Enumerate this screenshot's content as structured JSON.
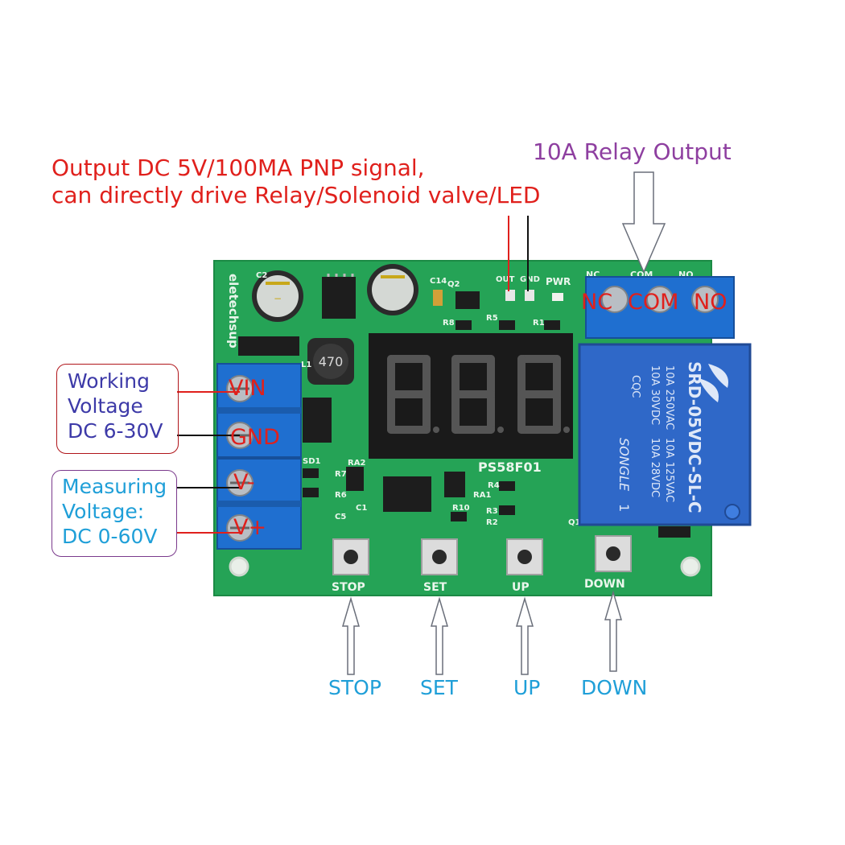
{
  "annotations": {
    "pnp_output_line1": "Output DC 5V/100MA PNP signal,",
    "pnp_output_line2": "can directly drive Relay/Solenoid valve/LED",
    "relay_output": "10A Relay Output",
    "working_voltage": [
      "Working",
      "Voltage",
      "DC 6-30V"
    ],
    "measuring_voltage": [
      "Measuring",
      "Voltage:",
      "DC 0-60V"
    ],
    "terminal_vin": "VIN",
    "terminal_gnd": "GND",
    "terminal_vminus": "V-",
    "terminal_vplus": "V+",
    "relay_nc": "NC",
    "relay_com": "COM",
    "relay_no": "NO",
    "button_stop": "STOP",
    "button_set": "SET",
    "button_up": "UP",
    "button_down": "DOWN"
  },
  "board": {
    "model": "PS58F01",
    "brand_vertical": "eletechsup",
    "silk_out": "OUT",
    "silk_gnd": "GND",
    "silk_pwr": "PWR",
    "silk_nc": "NC",
    "silk_com": "COM",
    "silk_no": "NO",
    "silk_stop": "STOP",
    "silk_set": "SET",
    "silk_up": "UP",
    "silk_down": "DOWN",
    "inductor_code": "470",
    "silk_refs": [
      "C2",
      "C14",
      "Q2",
      "R8",
      "R5",
      "R1",
      "L1",
      "SD1",
      "R7",
      "R6",
      "C5",
      "RA2",
      "C1",
      "R4",
      "RA1",
      "R3",
      "R2",
      "R10",
      "Q1"
    ]
  },
  "relay": {
    "brand": "SONGLE",
    "model": "SRD-05VDC-SL-C",
    "rating_1": "10A 250VAC",
    "rating_2": "10A 30VDC",
    "rating_3": "10A 125VAC",
    "rating_4": "10A 28VDC",
    "cqc": "CQC",
    "pin_mark": "1"
  },
  "colors": {
    "pnp_text": "#e0201c",
    "relay_text": "#8e3fa0",
    "working_text": "#3d3aa8",
    "measuring_text": "#1f9fd8",
    "button_text": "#1f9fd8",
    "terminal_text": "#e0201c",
    "pcb": "#25a356",
    "terminal_block": "#1f6fd0",
    "relay_body": "#2f68c8"
  }
}
